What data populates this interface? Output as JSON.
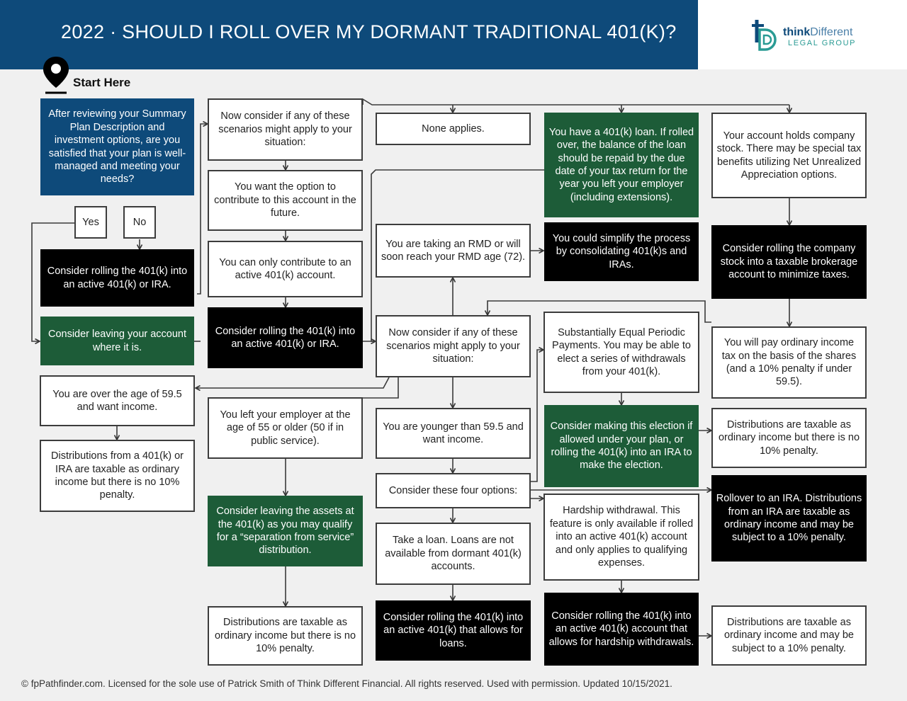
{
  "header": {
    "title": "2022 · SHOULD I ROLL OVER MY DORMANT TRADITIONAL 401(K)?"
  },
  "logo": {
    "think": "think",
    "different": "Different",
    "legal": "LEGAL GROUP"
  },
  "start": {
    "label": "Start Here"
  },
  "colors": {
    "header_blue": "#0e4a7a",
    "green": "#1d5c38",
    "black": "#000000",
    "teal": "#2a9b94"
  },
  "icons": [
    "location-pin-icon",
    "think-different-logo-icon"
  ],
  "nodes": {
    "q_satisfied": "After reviewing your Summary Plan Description and investment options, are you satisfied that your plan is well-managed and meeting your needs?",
    "yes": "Yes",
    "no": "No",
    "roll_active_1": "Consider rolling the 401(k) into an active 401(k) or IRA.",
    "leave_account": "Consider leaving your account where it is.",
    "scenarios_1": "Now consider if any of these scenarios might apply to your situation:",
    "want_contribute": "You want the option to contribute to this account in the future.",
    "only_active": "You can only contribute to an active 401(k) account.",
    "roll_active_2": "Consider rolling the 401(k) into an active 401(k) or IRA.",
    "none_applies": "None applies.",
    "loan": "You have a 401(k) loan. If rolled over, the balance of the loan should be repaid by the due date of your tax return for the year you left your employer (including extensions).",
    "company_stock": "Your account holds company stock. There may be special tax benefits utilizing Net Unrealized Appreciation options.",
    "rmd": "You are taking an RMD or will soon reach your RMD age (72).",
    "simplify": "You could simplify the process by consolidating 401(k)s and IRAs.",
    "roll_stock": "Consider rolling the company stock into a taxable brokerage account to minimize taxes.",
    "scenarios_2": "Now consider if any of these scenarios might apply to your situation:",
    "sepp": "Substantially Equal Periodic Payments. You may be able to elect a series of withdrawals from your 401(k).",
    "ordinary_tax_shares": "You will pay ordinary income tax on the basis of the shares (and a 10% penalty if under 59.5).",
    "over_595": "You are over the age of 59.5 and want income.",
    "dist_over": "Distributions from a 401(k) or IRA are taxable as ordinary income but there is no 10% penalty.",
    "left_55": "You left your employer at the age of 55 or older (50 if in public service).",
    "younger_595": "You are younger than 59.5 and want income.",
    "consider_election": "Consider making this election if allowed under your plan, or rolling the 401(k) into an IRA to make the election.",
    "dist_sepp": "Distributions are taxable as ordinary income but there is no 10% penalty.",
    "four_options": "Consider these four options:",
    "leave_assets": "Consider leaving the assets at the 401(k) as you may qualify for a “separation from service” distribution.",
    "hardship": "Hardship withdrawal. This feature is only available if rolled into an active 401(k) account and only applies to qualifying expenses.",
    "rollover_ira": "Rollover to an IRA. Distributions from an IRA are taxable as ordinary income and may be subject to a 10% penalty.",
    "take_loan": "Take a loan. Loans are not available from dormant 401(k) accounts.",
    "dist_55": "Distributions are taxable as ordinary income but there is no 10% penalty.",
    "roll_loans": "Consider rolling the 401(k) into an active 401(k) that allows for loans.",
    "roll_hardship": "Consider rolling the 401(k) into an active 401(k) account that allows for hardship withdrawals.",
    "dist_hardship": "Distributions are taxable as ordinary income and may be subject to a 10% penalty."
  },
  "footer": {
    "text": "© fpPathfinder.com. Licensed for the sole use of Patrick Smith of Think Different Financial. All rights reserved. Used with permission. Updated 10/15/2021."
  }
}
